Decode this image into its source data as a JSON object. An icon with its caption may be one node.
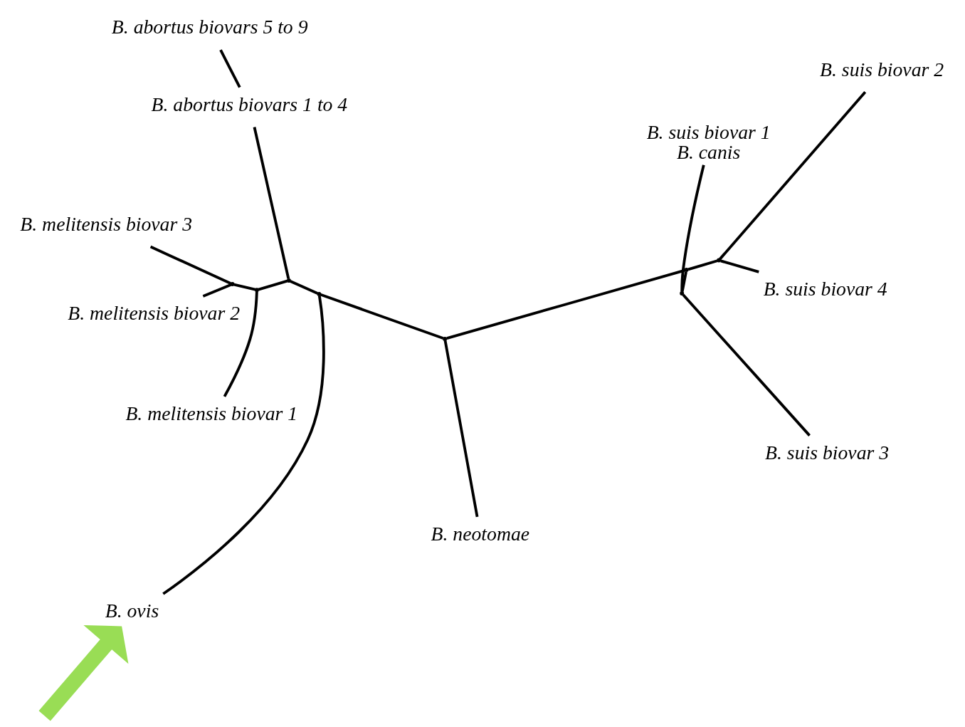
{
  "diagram": {
    "nodes": [
      {
        "text": [
          "B. abortus biovars 5 to 9"
        ]
      },
      {
        "text": [
          "B. suis biovar 1",
          "B. canis"
        ]
      },
      {
        "text": [
          "B. suis biovar 3"
        ]
      },
      {
        "text": [
          "B. abortus biovars 1 to 4"
        ]
      },
      {
        "text": [
          "B. suis biovar 2"
        ]
      },
      {
        "text": [
          "B. melitensis biovar 2"
        ]
      },
      {
        "text": [
          "B. melitensis biovar 3"
        ]
      },
      {
        "text": [
          "B. suis biovar 4"
        ]
      },
      {
        "text": [
          "B. melitensis biovar 1"
        ]
      },
      {
        "text": [
          "B. neotomae"
        ]
      },
      {
        "text": [
          "B. ovis"
        ]
      },
      {
        "text": [],
        "shape": "point"
      },
      {
        "text": [],
        "shape": "point"
      },
      {
        "text": [],
        "shape": "point"
      },
      {
        "text": [],
        "shape": "point"
      },
      {
        "text": [],
        "shape": "point"
      },
      {
        "text": [],
        "shape": "point"
      },
      {
        "text": [],
        "shape": "point"
      },
      {
        "text": [],
        "shape": "point"
      }
    ],
    "edges": [
      {
        "from": 11,
        "to": 2,
        "arrow": "none"
      },
      {
        "from": 11,
        "to": 1,
        "arrow": "none"
      },
      {
        "from": 11,
        "to": 12,
        "arrow": "none"
      },
      {
        "from": 12,
        "to": 13,
        "arrow": "none"
      },
      {
        "from": 13,
        "to": 4,
        "arrow": "none"
      },
      {
        "from": 13,
        "to": 7,
        "arrow": "none"
      },
      {
        "from": 12,
        "to": 14,
        "arrow": "none"
      },
      {
        "from": 14,
        "to": 9,
        "arrow": "none"
      },
      {
        "from": 14,
        "to": 15,
        "arrow": "none"
      },
      {
        "from": 15,
        "to": 10,
        "arrow": "none"
      },
      {
        "from": 15,
        "to": 16,
        "arrow": "none"
      },
      {
        "from": 16,
        "to": 3,
        "arrow": "none"
      },
      {
        "from": 3,
        "to": 0,
        "arrow": "none"
      },
      {
        "from": 16,
        "to": 17,
        "arrow": "none"
      },
      {
        "from": 17,
        "to": 8,
        "arrow": "none"
      },
      {
        "from": 17,
        "to": 18,
        "arrow": "none"
      },
      {
        "from": 18,
        "to": 5,
        "arrow": "none"
      },
      {
        "from": 18,
        "to": 6,
        "arrow": "none"
      },
      {
        "from": null,
        "to": 10,
        "arrow": "to",
        "style": "thick",
        "color": "#99dd55"
      }
    ]
  }
}
